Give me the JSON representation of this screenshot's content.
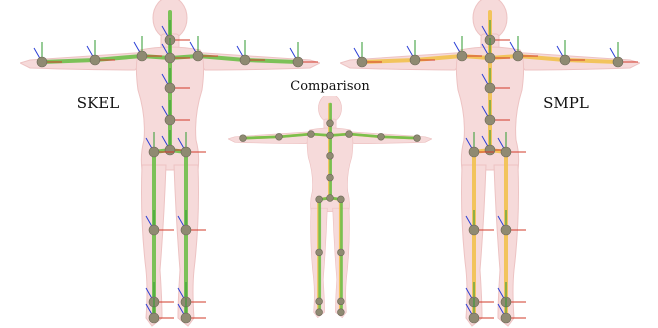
{
  "labels": {
    "left": "SKEL",
    "center": "Comparison",
    "right": "SMPL"
  },
  "colors": {
    "body": "#f6dada",
    "body_edge": "#edc3c3",
    "skel_bone": "#6fbf4a",
    "smpl_bone": "#f2c24f",
    "joint": "#8f8a72",
    "axis_red": "#d23b2a",
    "axis_green": "#2f9a2f",
    "axis_blue": "#2a3fd6"
  }
}
